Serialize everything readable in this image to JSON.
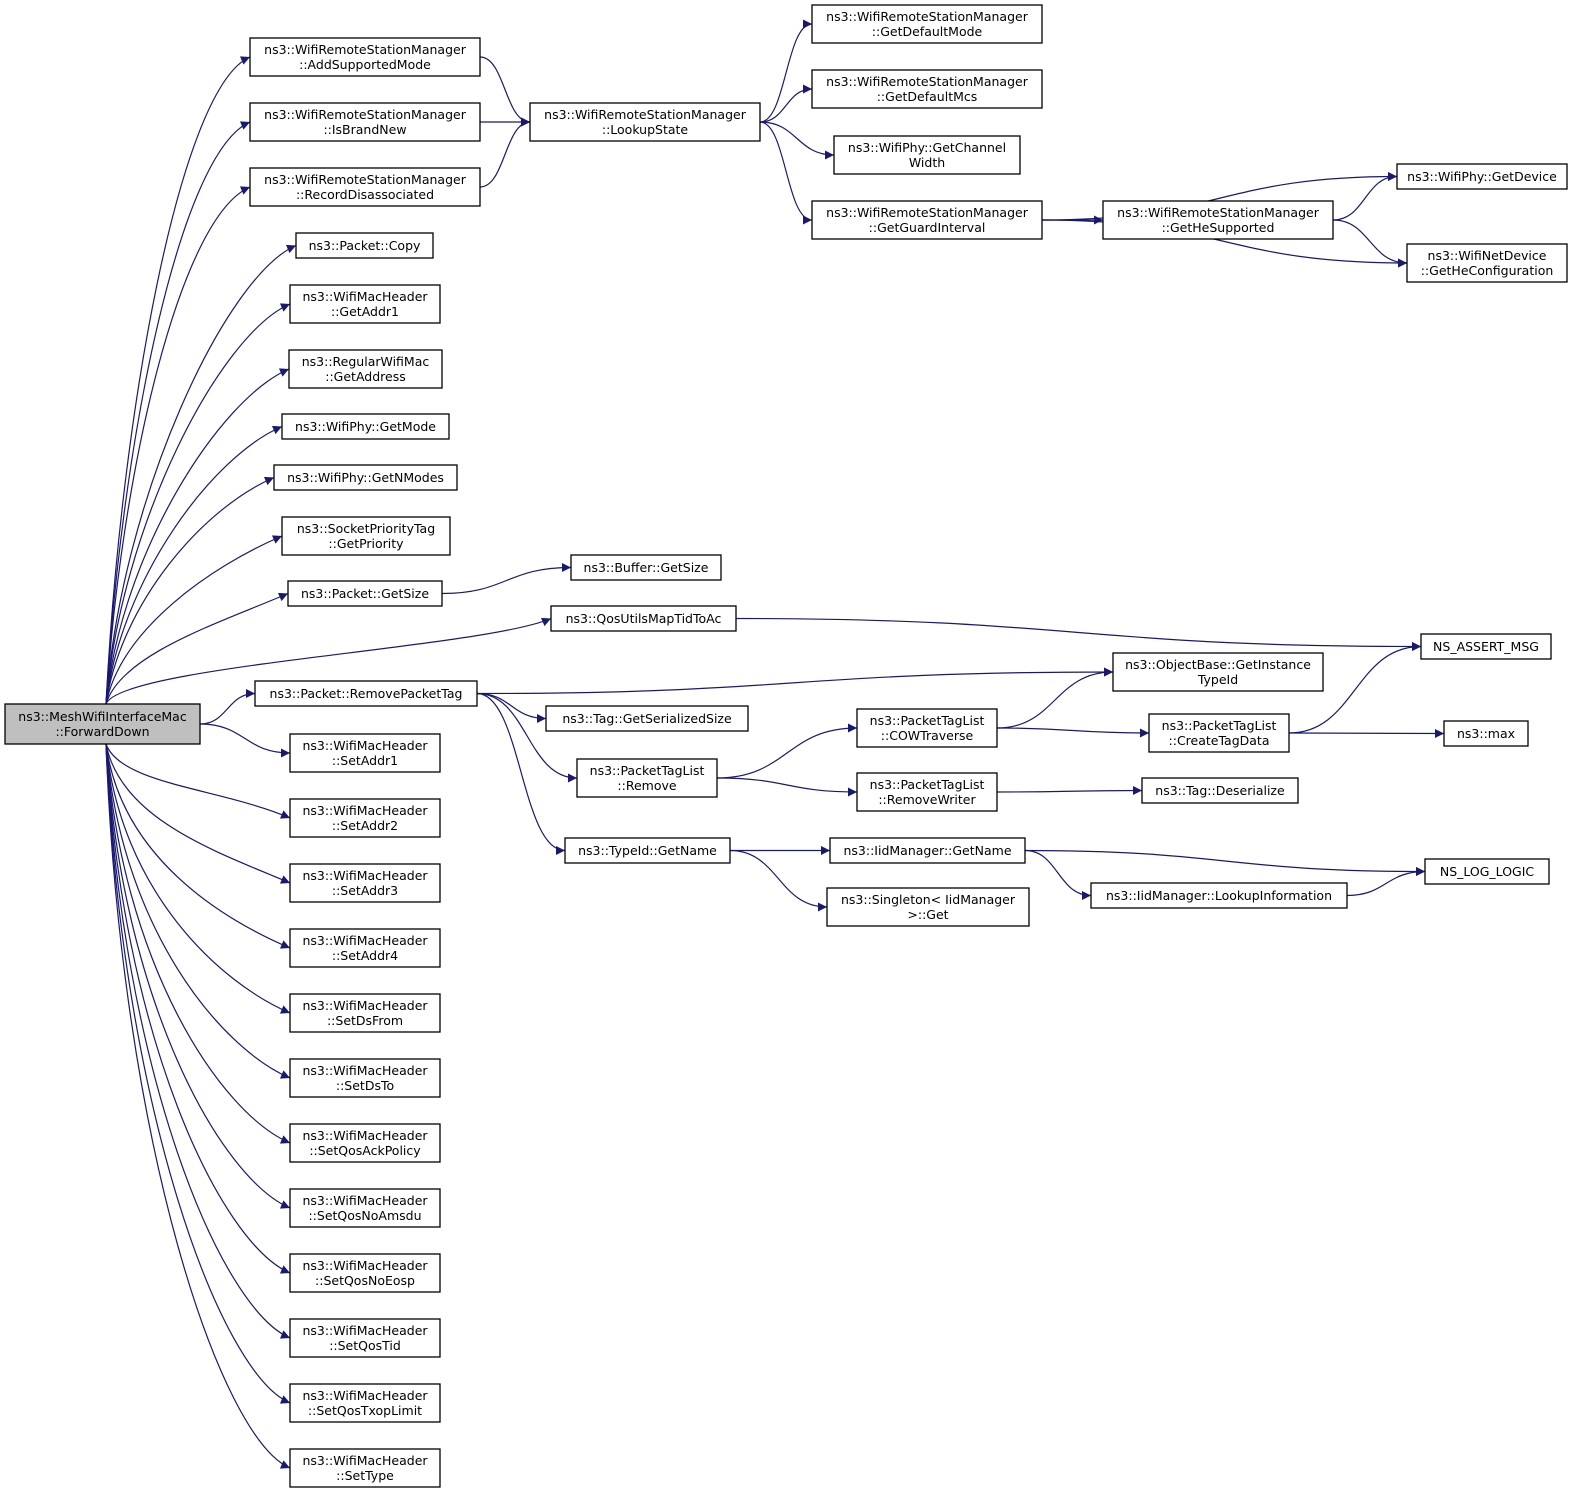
{
  "colors": {
    "edge": "#191970",
    "node_border": "#000000",
    "root_fill": "#bfbfbf",
    "node_fill": "#ffffff"
  },
  "nodes": {
    "root": [
      "ns3::MeshWifiInterfaceMac",
      "::ForwardDown"
    ],
    "add_supported_mode": [
      "ns3::WifiRemoteStationManager",
      "::AddSupportedMode"
    ],
    "is_brand_new": [
      "ns3::WifiRemoteStationManager",
      "::IsBrandNew"
    ],
    "record_disassociated": [
      "ns3::WifiRemoteStationManager",
      "::RecordDisassociated"
    ],
    "packet_copy": [
      "ns3::Packet::Copy"
    ],
    "get_addr1": [
      "ns3::WifiMacHeader",
      "::GetAddr1"
    ],
    "get_address": [
      "ns3::RegularWifiMac",
      "::GetAddress"
    ],
    "get_mode": [
      "ns3::WifiPhy::GetMode"
    ],
    "get_nmodes": [
      "ns3::WifiPhy::GetNModes"
    ],
    "get_priority": [
      "ns3::SocketPriorityTag",
      "::GetPriority"
    ],
    "packet_get_size": [
      "ns3::Packet::GetSize"
    ],
    "qos_map": [
      "ns3::QosUtilsMapTidToAc"
    ],
    "remove_packet_tag": [
      "ns3::Packet::RemovePacketTag"
    ],
    "set_addr1": [
      "ns3::WifiMacHeader",
      "::SetAddr1"
    ],
    "set_addr2": [
      "ns3::WifiMacHeader",
      "::SetAddr2"
    ],
    "set_addr3": [
      "ns3::WifiMacHeader",
      "::SetAddr3"
    ],
    "set_addr4": [
      "ns3::WifiMacHeader",
      "::SetAddr4"
    ],
    "set_ds_from": [
      "ns3::WifiMacHeader",
      "::SetDsFrom"
    ],
    "set_ds_to": [
      "ns3::WifiMacHeader",
      "::SetDsTo"
    ],
    "set_qos_ack": [
      "ns3::WifiMacHeader",
      "::SetQosAckPolicy"
    ],
    "set_qos_noamsdu": [
      "ns3::WifiMacHeader",
      "::SetQosNoAmsdu"
    ],
    "set_qos_noeosp": [
      "ns3::WifiMacHeader",
      "::SetQosNoEosp"
    ],
    "set_qos_tid": [
      "ns3::WifiMacHeader",
      "::SetQosTid"
    ],
    "set_qos_txop": [
      "ns3::WifiMacHeader",
      "::SetQosTxopLimit"
    ],
    "set_type": [
      "ns3::WifiMacHeader",
      "::SetType"
    ],
    "lookup_state": [
      "ns3::WifiRemoteStationManager",
      "::LookupState"
    ],
    "buffer_get_size": [
      "ns3::Buffer::GetSize"
    ],
    "tag_get_serialized_size": [
      "ns3::Tag::GetSerializedSize"
    ],
    "ptl_remove": [
      "ns3::PacketTagList",
      "::Remove"
    ],
    "typeid_get_name": [
      "ns3::TypeId::GetName"
    ],
    "get_default_mode": [
      "ns3::WifiRemoteStationManager",
      "::GetDefaultMode"
    ],
    "get_default_mcs": [
      "ns3::WifiRemoteStationManager",
      "::GetDefaultMcs"
    ],
    "get_channel_width": [
      "ns3::WifiPhy::GetChannel",
      "Width"
    ],
    "get_guard_interval": [
      "ns3::WifiRemoteStationManager",
      "::GetGuardInterval"
    ],
    "cow_traverse": [
      "ns3::PacketTagList",
      "::COWTraverse"
    ],
    "remove_writer": [
      "ns3::PacketTagList",
      "::RemoveWriter"
    ],
    "iid_get_name": [
      "ns3::IidManager::GetName"
    ],
    "singleton_get": [
      "ns3::Singleton< IidManager",
      ">::Get"
    ],
    "get_he_supported": [
      "ns3::WifiRemoteStationManager",
      "::GetHeSupported"
    ],
    "get_instance_typeid": [
      "ns3::ObjectBase::GetInstance",
      "TypeId"
    ],
    "create_tag_data": [
      "ns3::PacketTagList",
      "::CreateTagData"
    ],
    "tag_deserialize": [
      "ns3::Tag::Deserialize"
    ],
    "iid_lookup_info": [
      "ns3::IidManager::LookupInformation"
    ],
    "phy_get_device": [
      "ns3::WifiPhy::GetDevice"
    ],
    "get_he_config": [
      "ns3::WifiNetDevice",
      "::GetHeConfiguration"
    ],
    "ns_assert_msg": [
      "NS_ASSERT_MSG"
    ],
    "ns_max": [
      "ns3::max"
    ],
    "ns_log_logic": [
      "NS_LOG_LOGIC"
    ]
  },
  "edges": [
    [
      "root",
      "add_supported_mode"
    ],
    [
      "root",
      "is_brand_new"
    ],
    [
      "root",
      "record_disassociated"
    ],
    [
      "root",
      "packet_copy"
    ],
    [
      "root",
      "get_addr1"
    ],
    [
      "root",
      "get_address"
    ],
    [
      "root",
      "get_mode"
    ],
    [
      "root",
      "get_nmodes"
    ],
    [
      "root",
      "get_priority"
    ],
    [
      "root",
      "packet_get_size"
    ],
    [
      "root",
      "qos_map"
    ],
    [
      "root",
      "remove_packet_tag"
    ],
    [
      "root",
      "set_addr1"
    ],
    [
      "root",
      "set_addr2"
    ],
    [
      "root",
      "set_addr3"
    ],
    [
      "root",
      "set_addr4"
    ],
    [
      "root",
      "set_ds_from"
    ],
    [
      "root",
      "set_ds_to"
    ],
    [
      "root",
      "set_qos_ack"
    ],
    [
      "root",
      "set_qos_noamsdu"
    ],
    [
      "root",
      "set_qos_noeosp"
    ],
    [
      "root",
      "set_qos_tid"
    ],
    [
      "root",
      "set_qos_txop"
    ],
    [
      "root",
      "set_type"
    ],
    [
      "add_supported_mode",
      "lookup_state"
    ],
    [
      "is_brand_new",
      "lookup_state"
    ],
    [
      "record_disassociated",
      "lookup_state"
    ],
    [
      "lookup_state",
      "get_default_mode"
    ],
    [
      "lookup_state",
      "get_default_mcs"
    ],
    [
      "lookup_state",
      "get_channel_width"
    ],
    [
      "lookup_state",
      "get_guard_interval"
    ],
    [
      "get_guard_interval",
      "phy_get_device"
    ],
    [
      "get_guard_interval",
      "get_he_supported"
    ],
    [
      "get_guard_interval",
      "get_he_config"
    ],
    [
      "get_he_supported",
      "phy_get_device"
    ],
    [
      "get_he_supported",
      "get_he_config"
    ],
    [
      "packet_get_size",
      "buffer_get_size"
    ],
    [
      "qos_map",
      "ns_assert_msg"
    ],
    [
      "remove_packet_tag",
      "get_instance_typeid"
    ],
    [
      "remove_packet_tag",
      "tag_get_serialized_size"
    ],
    [
      "remove_packet_tag",
      "ptl_remove"
    ],
    [
      "remove_packet_tag",
      "typeid_get_name"
    ],
    [
      "ptl_remove",
      "cow_traverse"
    ],
    [
      "ptl_remove",
      "remove_writer"
    ],
    [
      "cow_traverse",
      "get_instance_typeid"
    ],
    [
      "cow_traverse",
      "create_tag_data"
    ],
    [
      "create_tag_data",
      "ns_assert_msg"
    ],
    [
      "create_tag_data",
      "ns_max"
    ],
    [
      "remove_writer",
      "tag_deserialize"
    ],
    [
      "typeid_get_name",
      "iid_get_name"
    ],
    [
      "typeid_get_name",
      "singleton_get"
    ],
    [
      "iid_get_name",
      "ns_log_logic"
    ],
    [
      "iid_get_name",
      "iid_lookup_info"
    ],
    [
      "iid_lookup_info",
      "ns_log_logic"
    ]
  ]
}
